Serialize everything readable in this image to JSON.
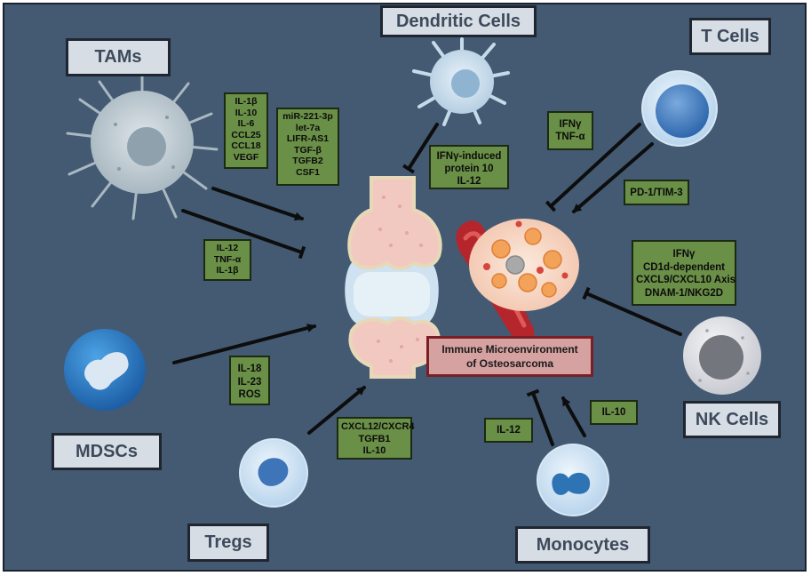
{
  "cell_labels": {
    "tams": "TAMs",
    "dendritic": "Dendritic Cells",
    "tcells": "T Cells",
    "nk": "NK Cells",
    "mdscs": "MDSCs",
    "tregs": "Tregs",
    "monocytes": "Monocytes"
  },
  "center_label": [
    "Immune Microenvironment",
    "of Osteosarcoma"
  ],
  "factor_boxes": {
    "tams_main": [
      "IL-1β",
      "IL-10",
      "IL-6",
      "CCL25",
      "CCL18",
      "VEGF"
    ],
    "tams_mirna": [
      "miR-221-3p",
      "let-7a",
      "LIFR-AS1",
      "TGF-β",
      "TGFB2",
      "CSF1"
    ],
    "tams_inhib": [
      "IL-12",
      "TNF-α",
      "IL-1β"
    ],
    "dendritic": [
      "IFNγ-induced",
      "protein 10",
      "IL-12"
    ],
    "tcells_inhib": [
      "IFNγ",
      "TNF-α"
    ],
    "tcells_checkpoint": [
      "PD-1/TIM-3"
    ],
    "nk": [
      "IFNγ",
      "CD1d-dependent",
      "CXCL9/CXCL10 Axis",
      "DNAM-1/NKG2D"
    ],
    "mdscs": [
      "IL-18",
      "IL-23",
      "ROS"
    ],
    "tregs": [
      "CXCL12/CXCR4",
      "TGFB1",
      "IL-10"
    ],
    "mono_il12": [
      "IL-12"
    ],
    "mono_il10": [
      "IL-10"
    ]
  },
  "colors": {
    "background": "#435a72",
    "factor_box": "#6a8f47",
    "label_box": "#d7dde4",
    "center_box": "#d6a1a1"
  }
}
